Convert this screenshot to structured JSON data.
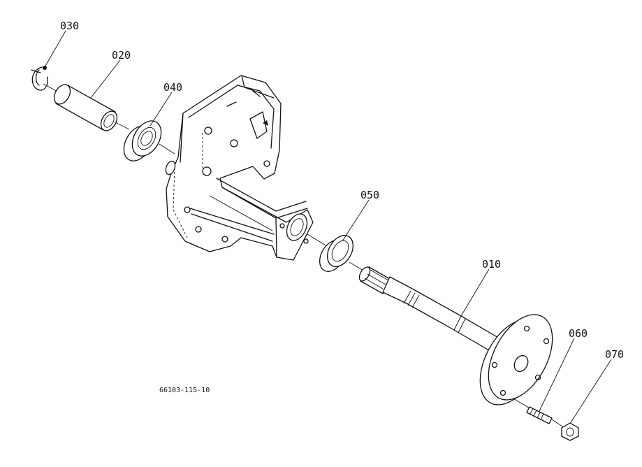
{
  "diagram": {
    "labels": {
      "p010": "010",
      "p020": "020",
      "p030": "030",
      "p040": "040",
      "p050": "050",
      "p060": "060",
      "p070": "070"
    },
    "drawing_code": "66103-115-10"
  }
}
